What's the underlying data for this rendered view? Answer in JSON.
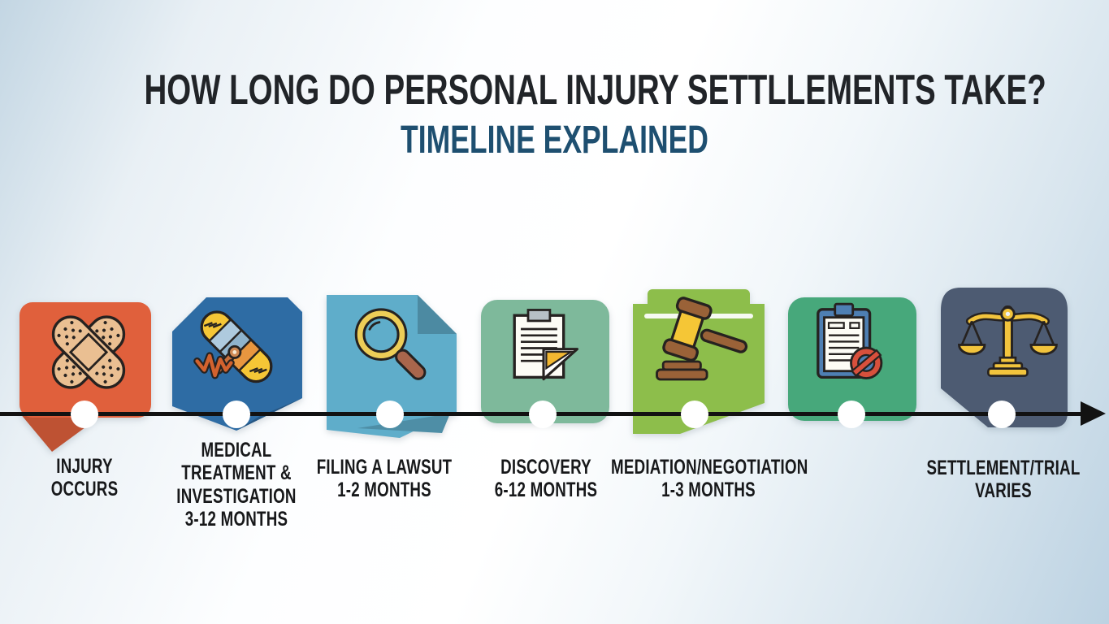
{
  "header": {
    "title": "HOW LONG DO PERSONAL INJURY SETTLLEMENTS TAKE?",
    "subtitle": "TIMELINE EXPLAINED",
    "title_color": "#212428",
    "subtitle_color": "#1e4f70"
  },
  "timeline": {
    "line_color": "#121212",
    "arrow_direction": "right",
    "dot_color": "#ffffff",
    "stages": [
      {
        "id": "injury-occurs",
        "label_lines": [
          "INJURY",
          "OCCURS"
        ],
        "box_color": "#e0603c",
        "icon": "bandage-icon",
        "shape": "ribbon-tail"
      },
      {
        "id": "medical-treatment-investigation",
        "label_lines": [
          "MEDICAL",
          "TREATMENT &",
          "INVESTIGATION",
          "3-12 MONTHS"
        ],
        "box_color": "#2e6ca4",
        "icon": "medical-device-icon",
        "shape": "chevron-bottom"
      },
      {
        "id": "filing-a-lawsuit",
        "label_lines": [
          "FILING A LAWSUT",
          "1-2 MONTHS"
        ],
        "box_color": "#5fadca",
        "icon": "magnifying-glass-icon",
        "shape": "page-fold"
      },
      {
        "id": "discovery",
        "label_lines": [
          "DISCOVERY",
          "6-12 MONTHS"
        ],
        "box_color": "#7eb99b",
        "icon": "document-fold-icon",
        "shape": "rounded"
      },
      {
        "id": "mediation-negotiation",
        "label_lines": [
          "MEDIATION/NEGOTIATION",
          "1-3 MONTHS"
        ],
        "box_color": "#8dbe4b",
        "icon": "gavel-icon",
        "shape": "tab-fold"
      },
      {
        "id": "clipboard-stage",
        "label_lines": [],
        "box_color": "#47a87b",
        "icon": "clipboard-denied-icon",
        "shape": "rounded"
      },
      {
        "id": "settlement-trial",
        "label_lines": [
          "SETTLEMENT/TRIAL",
          "VARIES"
        ],
        "box_color": "#4d5b72",
        "icon": "scales-of-justice-icon",
        "shape": "notch-left"
      }
    ]
  }
}
